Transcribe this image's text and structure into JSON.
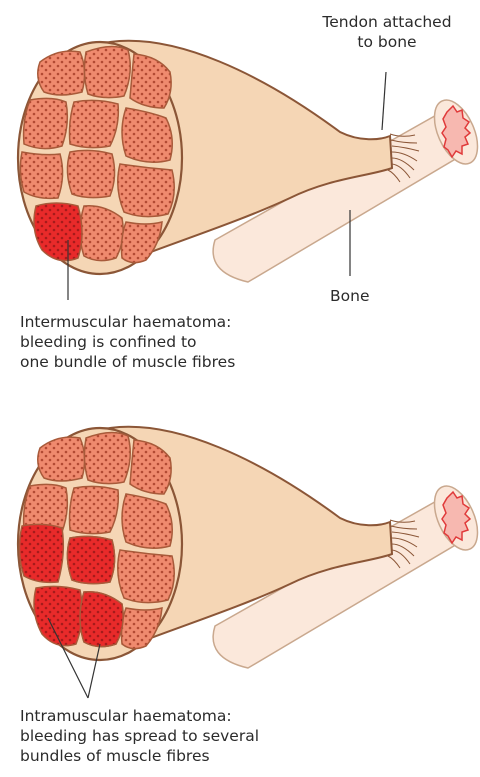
{
  "colors": {
    "muscle_outline": "#8b5637",
    "muscle_fill": "#f5d6b5",
    "bundle_fill": "#ef8a6e",
    "bundle_stroke": "#a85a3a",
    "fibre_dot": "#b24a33",
    "bleed_fill": "#e82a2a",
    "bleed_dot": "#b01c1c",
    "bone_fill": "#fbe8db",
    "bone_stroke": "#c9a88e",
    "marrow": "#f26a6a",
    "line": "#333333"
  },
  "diagrams": [
    {
      "labels": {
        "tendon_line1": "Tendon attached",
        "tendon_line2": "to bone",
        "bone": "Bone",
        "caption_line1": "Intermuscular haematoma:",
        "caption_line2": "bleeding is confined to",
        "caption_line3": "one bundle of muscle fibres"
      }
    },
    {
      "labels": {
        "caption_line1": "Intramuscular haematoma:",
        "caption_line2": "bleeding has spread to several",
        "caption_line3": "bundles of muscle fibres"
      }
    }
  ]
}
